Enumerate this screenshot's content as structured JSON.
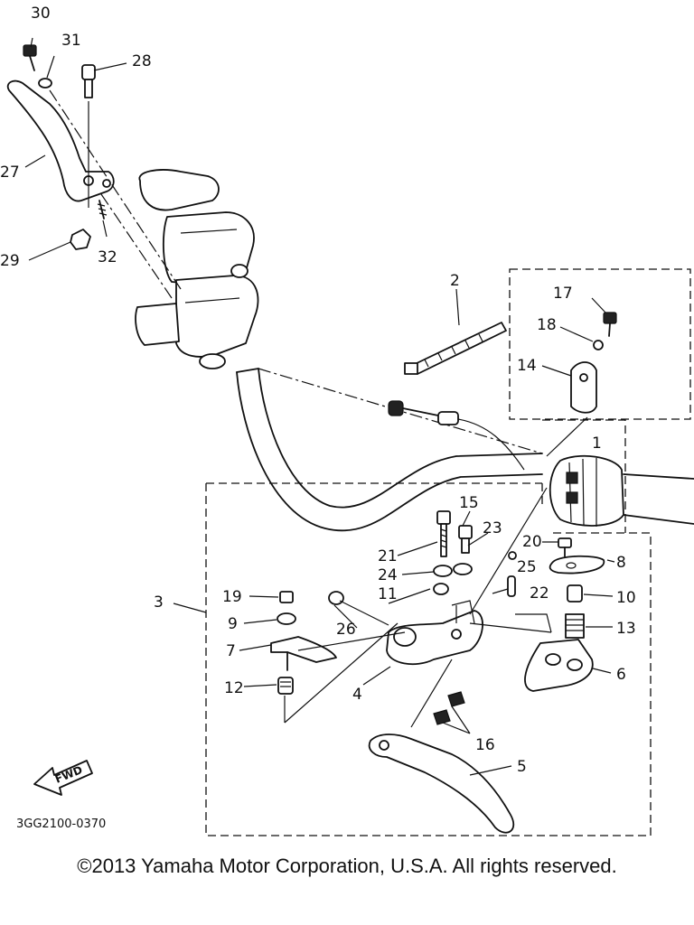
{
  "diagram": {
    "part_numbers": [
      "1",
      "2",
      "3",
      "4",
      "5",
      "6",
      "7",
      "8",
      "9",
      "10",
      "11",
      "12",
      "13",
      "14",
      "15",
      "16",
      "17",
      "18",
      "19",
      "20",
      "21",
      "22",
      "23",
      "24",
      "25",
      "26",
      "27",
      "28",
      "29",
      "30",
      "31",
      "32"
    ],
    "fwd_label": "FWD",
    "drawing_code": "3GG2100-0370"
  },
  "footer": {
    "copyright": "©2013 Yamaha Motor Corporation, U.S.A. All rights reserved."
  }
}
